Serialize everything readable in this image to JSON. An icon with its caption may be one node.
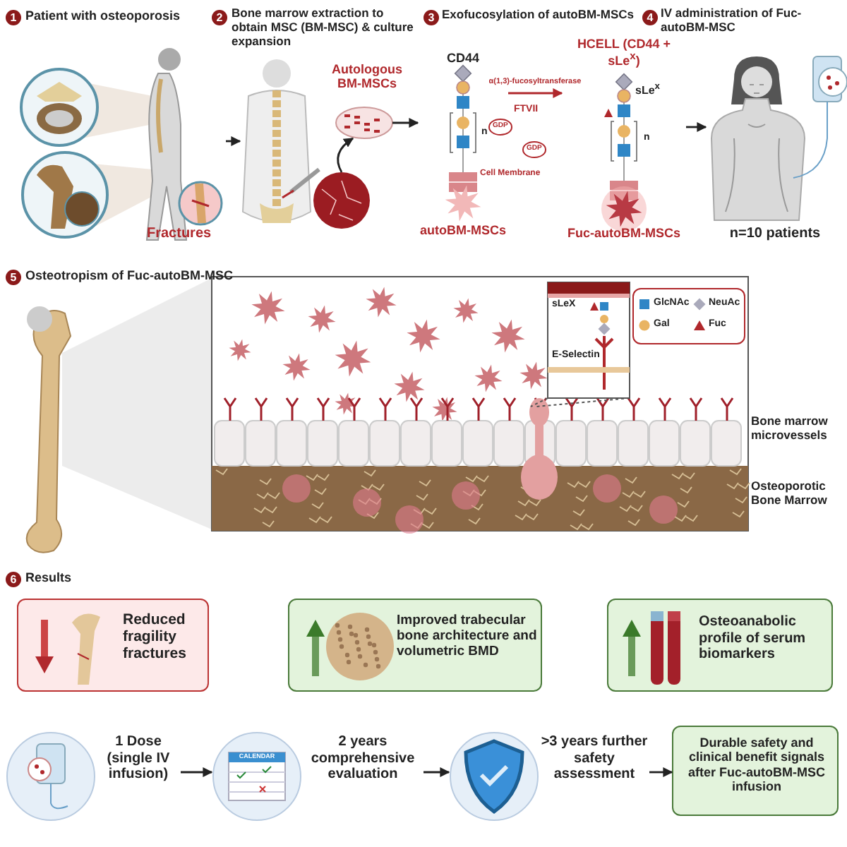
{
  "diagram": {
    "nodes": [
      {
        "text": [],
        "shape": "picture"
      },
      {
        "text": [],
        "shape": "picture"
      },
      {
        "text": [],
        "shape": "picture"
      },
      {
        "text": [],
        "shape": "picture",
        "beside": [
          "Autologous BM-MSCs"
        ]
      },
      {
        "text": [
          "CD44",
          "autoBM-MSCs"
        ]
      },
      {
        "text": [
          "HCELL (CD44 + sLe$^{x}$)",
          "sLe$^{x}$",
          "Fuc-autoBM-MSCs"
        ]
      },
      {
        "text": [],
        "shape": "picture",
        "beside": [
          "n=10 patients"
        ]
      },
      {
        "text": [],
        "shape": "picture"
      },
      {
        "text": [],
        "shape": "picture",
        "beside": [
          "Bone marrow microvessels",
          "Osteoporotic Bone Marrow"
        ]
      },
      {
        "text": [
          "sLeX",
          "E-Selectin"
        ],
        "in": 8
      },
      {
        "text": [
          "Reduced fragility fractures"
        ]
      },
      {
        "text": [
          "Improved trabecular bone architecture and volumetric BMD"
        ]
      },
      {
        "text": [
          "Osteoanabolic profile of serum biomarkers"
        ]
      },
      {
        "text": [],
        "shape": "picture",
        "beside": [
          "1 Dose (single IV infusion)"
        ]
      },
      {
        "text": [
          "CALENDAR"
        ],
        "beside": [
          "2 years comprehensive evaluation"
        ]
      },
      {
        "text": [],
        "shape": "picture",
        "beside": [
          ">3 years further safety assessment"
        ]
      },
      {
        "text": [
          "Durable safety and clinical benefit signals after Fuc-autoBM-MSC infusion"
        ]
      }
    ],
    "edges": [
      {
        "from": 0,
        "to": 1,
        "arrow": "to"
      },
      {
        "from": 2,
        "to": 3,
        "arrow": "to"
      },
      {
        "from": 3,
        "to": 4,
        "arrow": "to"
      },
      {
        "from": 4,
        "to": 5,
        "arrow": "to",
        "label": "α(1,3)-fucosyltransferase",
        "color": "#b0282c"
      },
      {
        "from": 5,
        "to": 6,
        "arrow": "to"
      },
      {
        "from": 13,
        "to": 14,
        "arrow": "to"
      },
      {
        "from": 14,
        "to": 15,
        "arrow": "to"
      },
      {
        "from": 15,
        "to": 16,
        "arrow": "to"
      }
    ],
    "labels": [
      "1",
      "Patient with osteoporosis",
      "Fractures",
      "2",
      "Bone marrow extraction to obtain MSC (BM-MSC) & culture expansion",
      "3",
      "Exofucosylation of autoBM-MSCs",
      "FTVII",
      "GDP",
      "GDP",
      "Cell Membrane",
      "n",
      "n",
      "4",
      "IV administration of Fuc-autoBM-MSC",
      "5",
      "Osteotropism of Fuc-autoBM-MSC",
      "6",
      "Results"
    ],
    "legend": [
      {
        "text": "GlcNAc"
      },
      {
        "text": "NeuAc"
      },
      {
        "text": "Gal"
      },
      {
        "text": "Fuc"
      }
    ]
  }
}
